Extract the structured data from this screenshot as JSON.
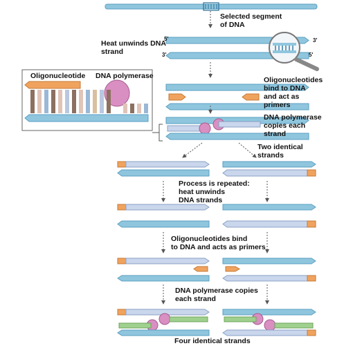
{
  "labels": {
    "selected_segment": "Selected segment\nof DNA",
    "heat_unwinds": "Heat unwinds DNA\nstrand",
    "oligo_bind_top": "Oligonucleotides\nbind to DNA\nand act as\nprimers",
    "polymerase_copies_top": "DNA polymerase\ncopies each\nstrand",
    "two_identical": "Two identical\nstrands",
    "process_repeated": "Process is repeated:\nheat unwinds\nDNA strands",
    "oligo_bind_bottom": "Oligonucleotides bind\nto DNA and acts as primers",
    "polymerase_copies_bottom": "DNA polymerase copies\neach strand",
    "four_identical": "Four identical strands",
    "inset_oligonucleotide": "Oligonucleotide",
    "inset_dna_polymerase": "DNA polymerase"
  },
  "strand_ends": {
    "five_prime": "5'",
    "three_prime": "3'"
  },
  "colors": {
    "dna_strand": "#8fc6de",
    "dna_strand_dark": "#5a9fc0",
    "new_strand": "#c9d6ec",
    "primer": "#f0a35e",
    "polymerase": "#d98fc2",
    "polymerase_green": "#9fd08e"
  }
}
